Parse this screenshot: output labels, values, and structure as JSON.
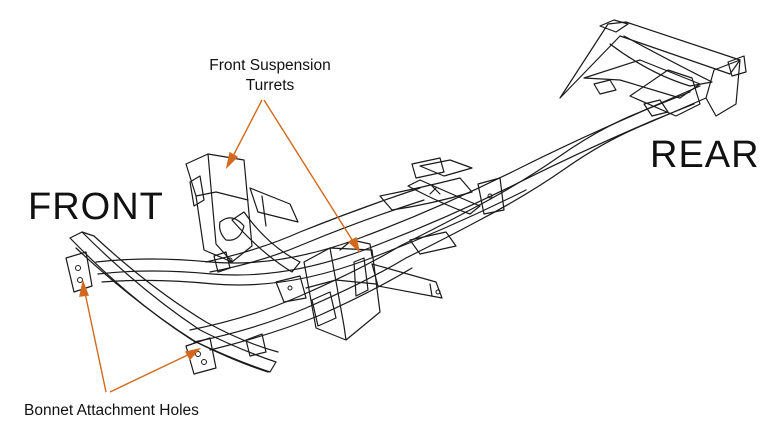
{
  "labels": {
    "front": "FRONT",
    "rear": "REAR",
    "turrets": "Front Suspension Turrets",
    "bonnet": "Bonnet Attachment Holes"
  },
  "colors": {
    "arrow": "#d2691e",
    "line": "#1a1a1a",
    "background": "#ffffff"
  }
}
